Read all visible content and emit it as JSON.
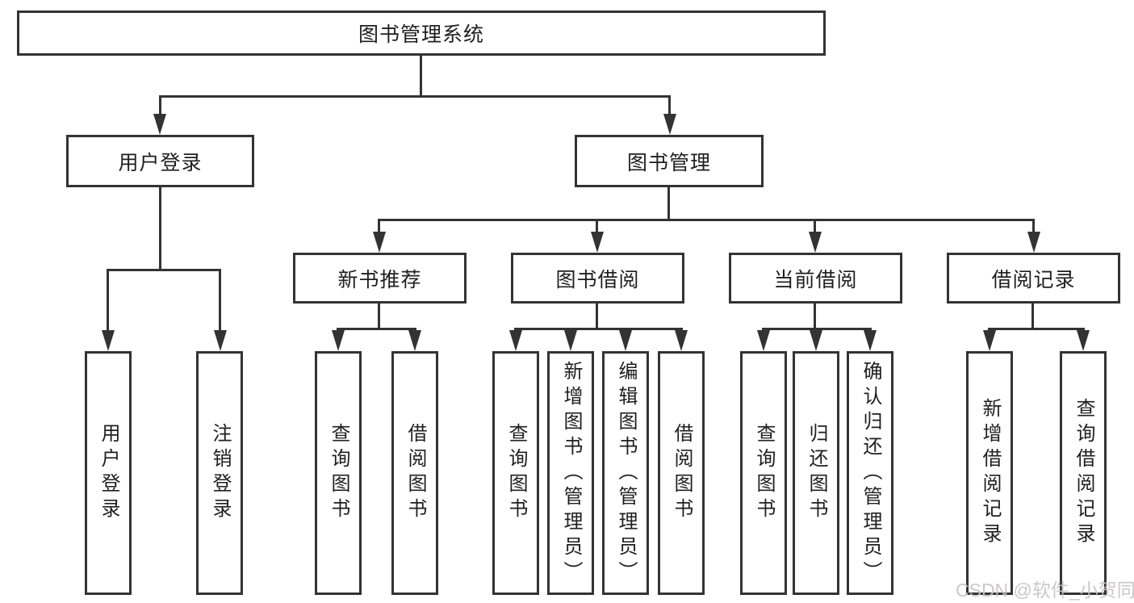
{
  "diagram": {
    "root": "图书管理系统",
    "branches": {
      "user_login": {
        "label": "用户登录",
        "children": [
          "用户登录",
          "注销登录"
        ]
      },
      "book_mgmt": {
        "label": "图书管理",
        "children": {
          "new_books": {
            "label": "新书推荐",
            "children": [
              "查询图书",
              "借阅图书"
            ]
          },
          "book_borrow": {
            "label": "图书借阅",
            "children": [
              "查询图书",
              "新增图书（管理员）",
              "编辑图书（管理员）",
              "借阅图书"
            ]
          },
          "current_borrow": {
            "label": "当前借阅",
            "children": [
              "查询图书",
              "归还图书",
              "确认归还（管理员）"
            ]
          },
          "borrow_records": {
            "label": "借阅记录",
            "children": [
              "新增借阅记录",
              "查询借阅记录"
            ]
          }
        }
      }
    },
    "watermark": "CSDN @软件_小贺同学",
    "colors": {
      "line": "#333333",
      "border": "#333333",
      "text": "#1f1f1f",
      "watermark": "#c7c4c4",
      "background": "#ffffff"
    }
  }
}
